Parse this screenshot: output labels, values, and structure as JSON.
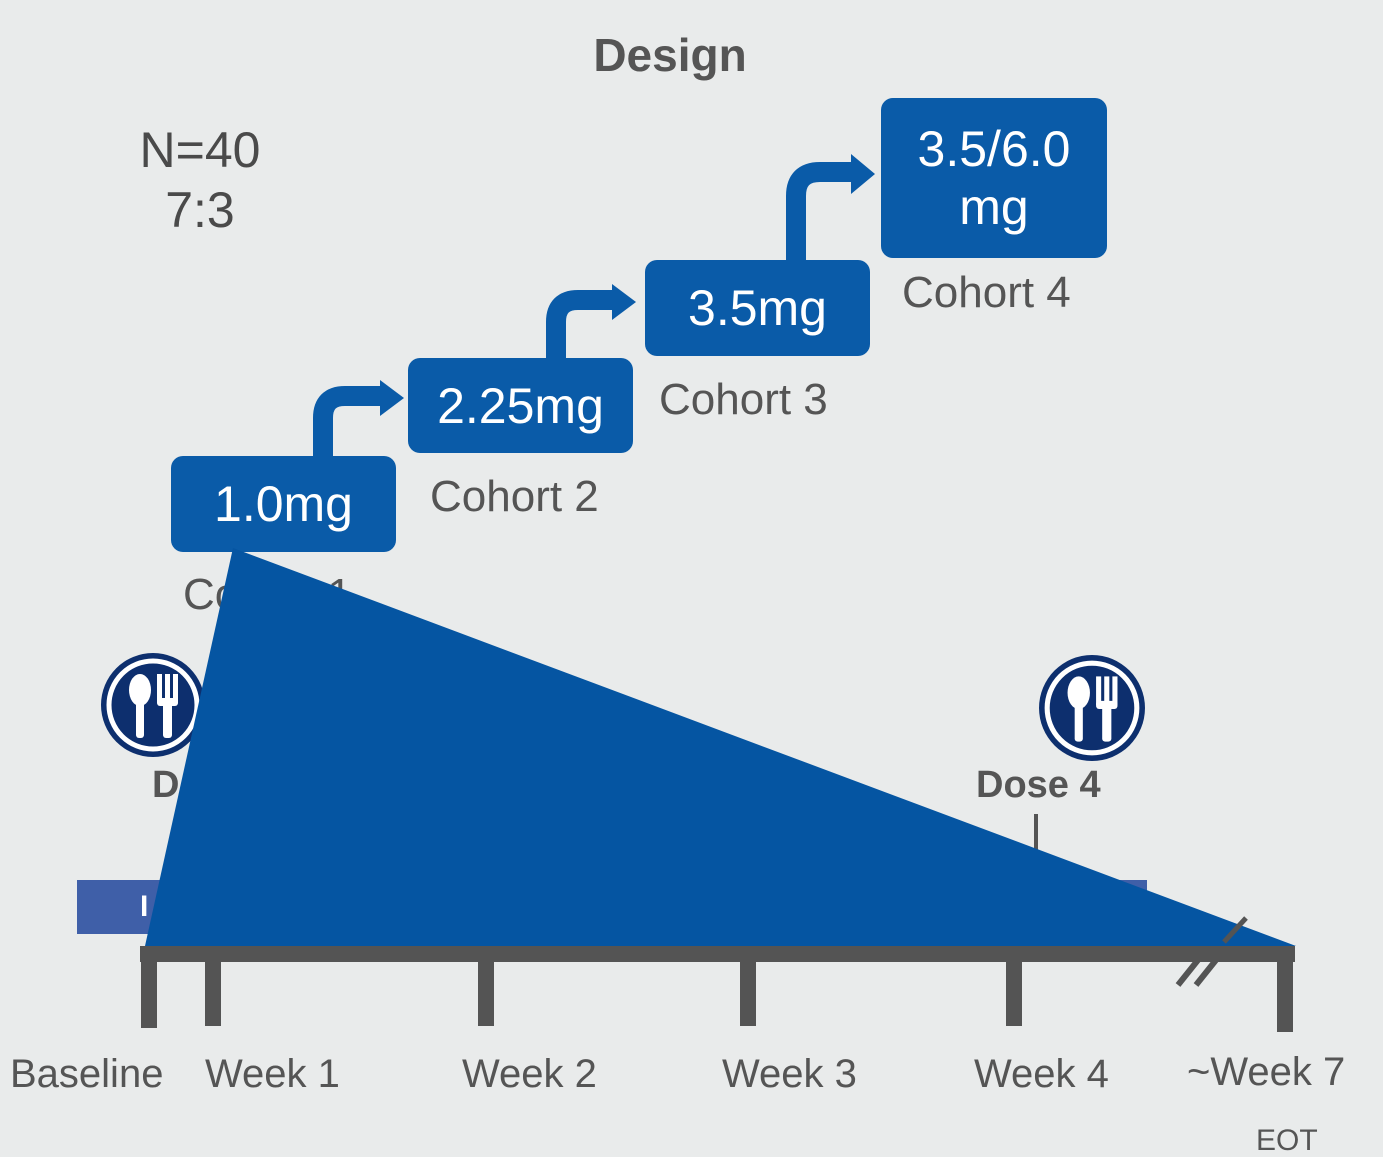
{
  "title": "Design",
  "enrollment": {
    "n": "N=40",
    "ratio": "7:3"
  },
  "cohorts": [
    {
      "dose": "1.0mg",
      "label": "Cohort 1"
    },
    {
      "dose": "2.25mg",
      "label": "Cohort 2"
    },
    {
      "dose": "3.5mg",
      "label": "Cohort 3"
    },
    {
      "dose": "3.5/6.0\nmg",
      "label": "Cohort 4"
    }
  ],
  "timeline": {
    "ticks": [
      "Baseline",
      "Week 1",
      "Week 2",
      "Week 3",
      "Week 4",
      "~Week 7"
    ],
    "end_note": "EOT"
  },
  "dose_markers": {
    "partial_left": "D",
    "dose4": "Dose 4",
    "bar_partial": "I"
  },
  "meal_icons": [
    "fork-spoon-icon",
    "fork-spoon-icon",
    "fork-spoon-icon"
  ],
  "colors": {
    "accent_blue": "#0a5ba8",
    "timeline_gray": "#545454",
    "background": "#e9ebeb",
    "bar_blue": "#3f5fa8"
  }
}
